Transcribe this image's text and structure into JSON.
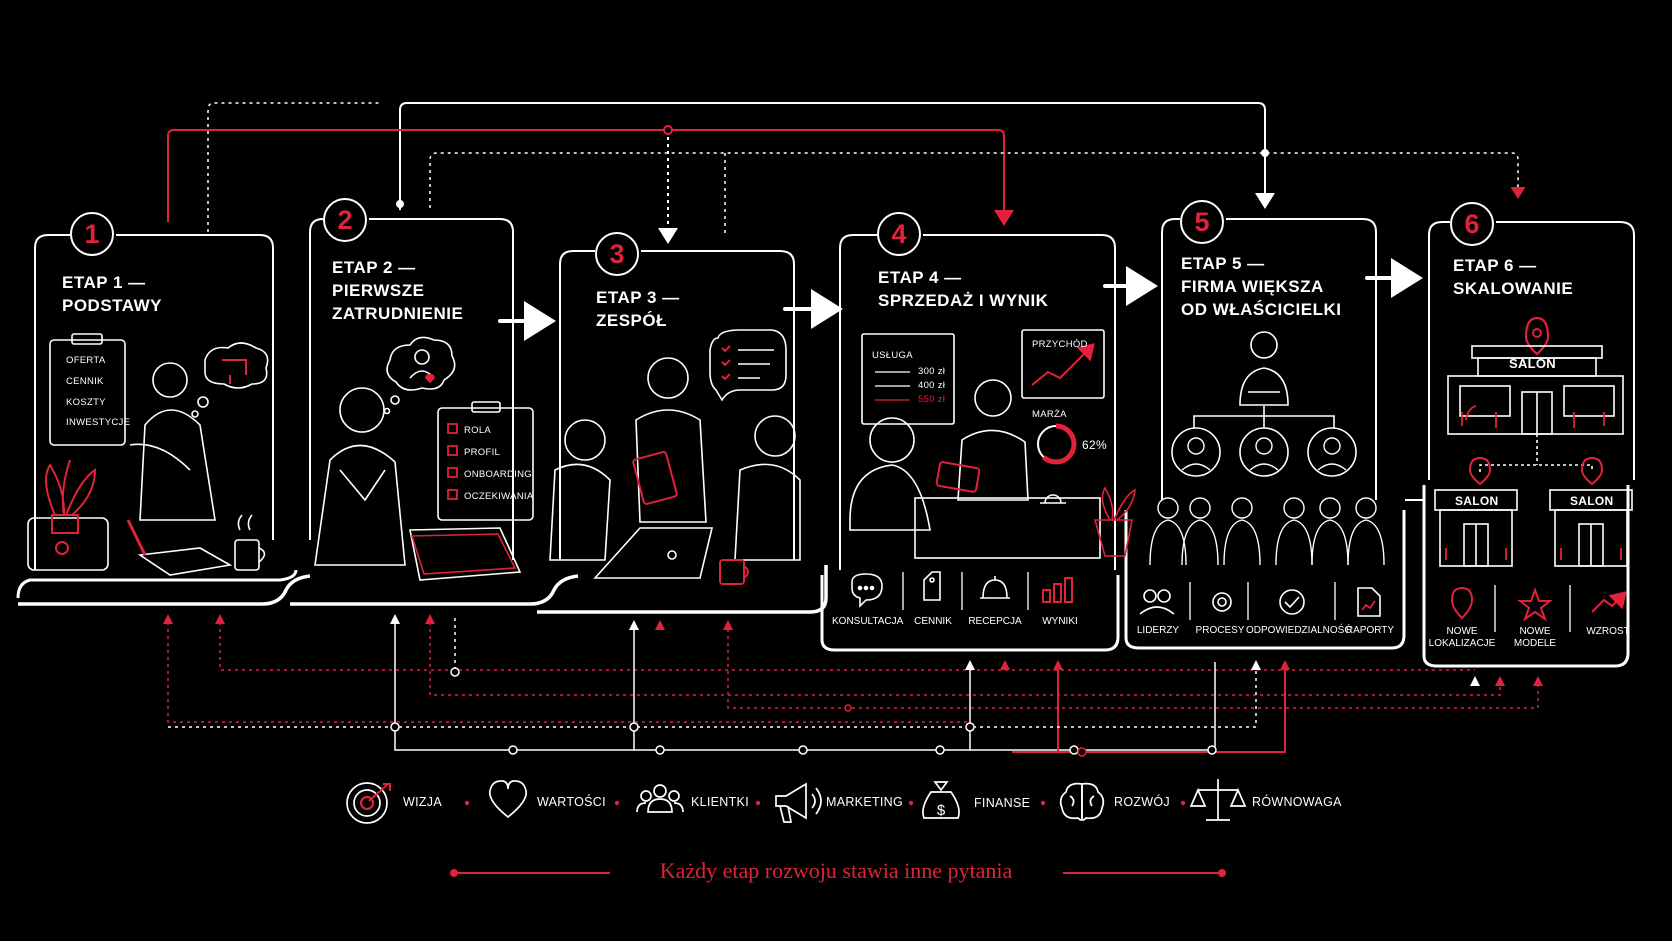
{
  "stages": [
    {
      "number": "1",
      "title": "ETAP 1 —\nPODSTAWY",
      "items": [
        "OFERTA",
        "CENNIK",
        "KOSZTY",
        "INWESTYCJE"
      ]
    },
    {
      "number": "2",
      "title": "ETAP 2 —\nPIERWSZE\nZATRUDNIENIE",
      "items": [
        "ROLA",
        "PROFIL",
        "ONBOARDING",
        "OCZEKIWANIA"
      ]
    },
    {
      "number": "3",
      "title": "ETAP 3 —\nZESPÓŁ"
    },
    {
      "number": "4",
      "title": "ETAP 4 —\nSPRZEDAŻ I WYNIK",
      "board": {
        "title": "USŁUGA",
        "prices": [
          "300 zł",
          "400 zł",
          "550 zł"
        ]
      },
      "chart": {
        "title": "PRZYCHÓD"
      },
      "margin": {
        "title": "MARŻA",
        "percent": "62%",
        "value": 0.62
      },
      "icons": [
        "KONSULTACJA",
        "CENNIK",
        "RECEPCJA",
        "WYNIKI"
      ]
    },
    {
      "number": "5",
      "title": "ETAP 5 —\nFIRMA WIĘKSZA\nOD WŁAŚCICIELKI",
      "icons": [
        "LIDERZY",
        "PROCESY",
        "ODPOWIEDZIALNOŚĆ",
        "RAPORTY"
      ]
    },
    {
      "number": "6",
      "title": "ETAP 6 —\nSKALOWANIE",
      "salon": "SALON",
      "icons": [
        "NOWE\nLOKALIZACJE",
        "NOWE\nMODELE",
        "WZROST"
      ]
    }
  ],
  "bottom_icons": [
    {
      "label": "WIZJA",
      "icon": "target-icon"
    },
    {
      "label": "WARTOŚCI",
      "icon": "heart-icon"
    },
    {
      "label": "KLIENTKI",
      "icon": "people-icon"
    },
    {
      "label": "MARKETING",
      "icon": "megaphone-icon"
    },
    {
      "label": "FINANSE",
      "icon": "money-bag-icon"
    },
    {
      "label": "ROZWÓJ",
      "icon": "brain-icon"
    },
    {
      "label": "RÓWNOWAGA",
      "icon": "scales-icon"
    }
  ],
  "tagline": "Każdy etap rozwoju stawia inne pytania",
  "colors": {
    "background": "#000000",
    "line": "#ffffff",
    "accent": "#e0223a"
  }
}
